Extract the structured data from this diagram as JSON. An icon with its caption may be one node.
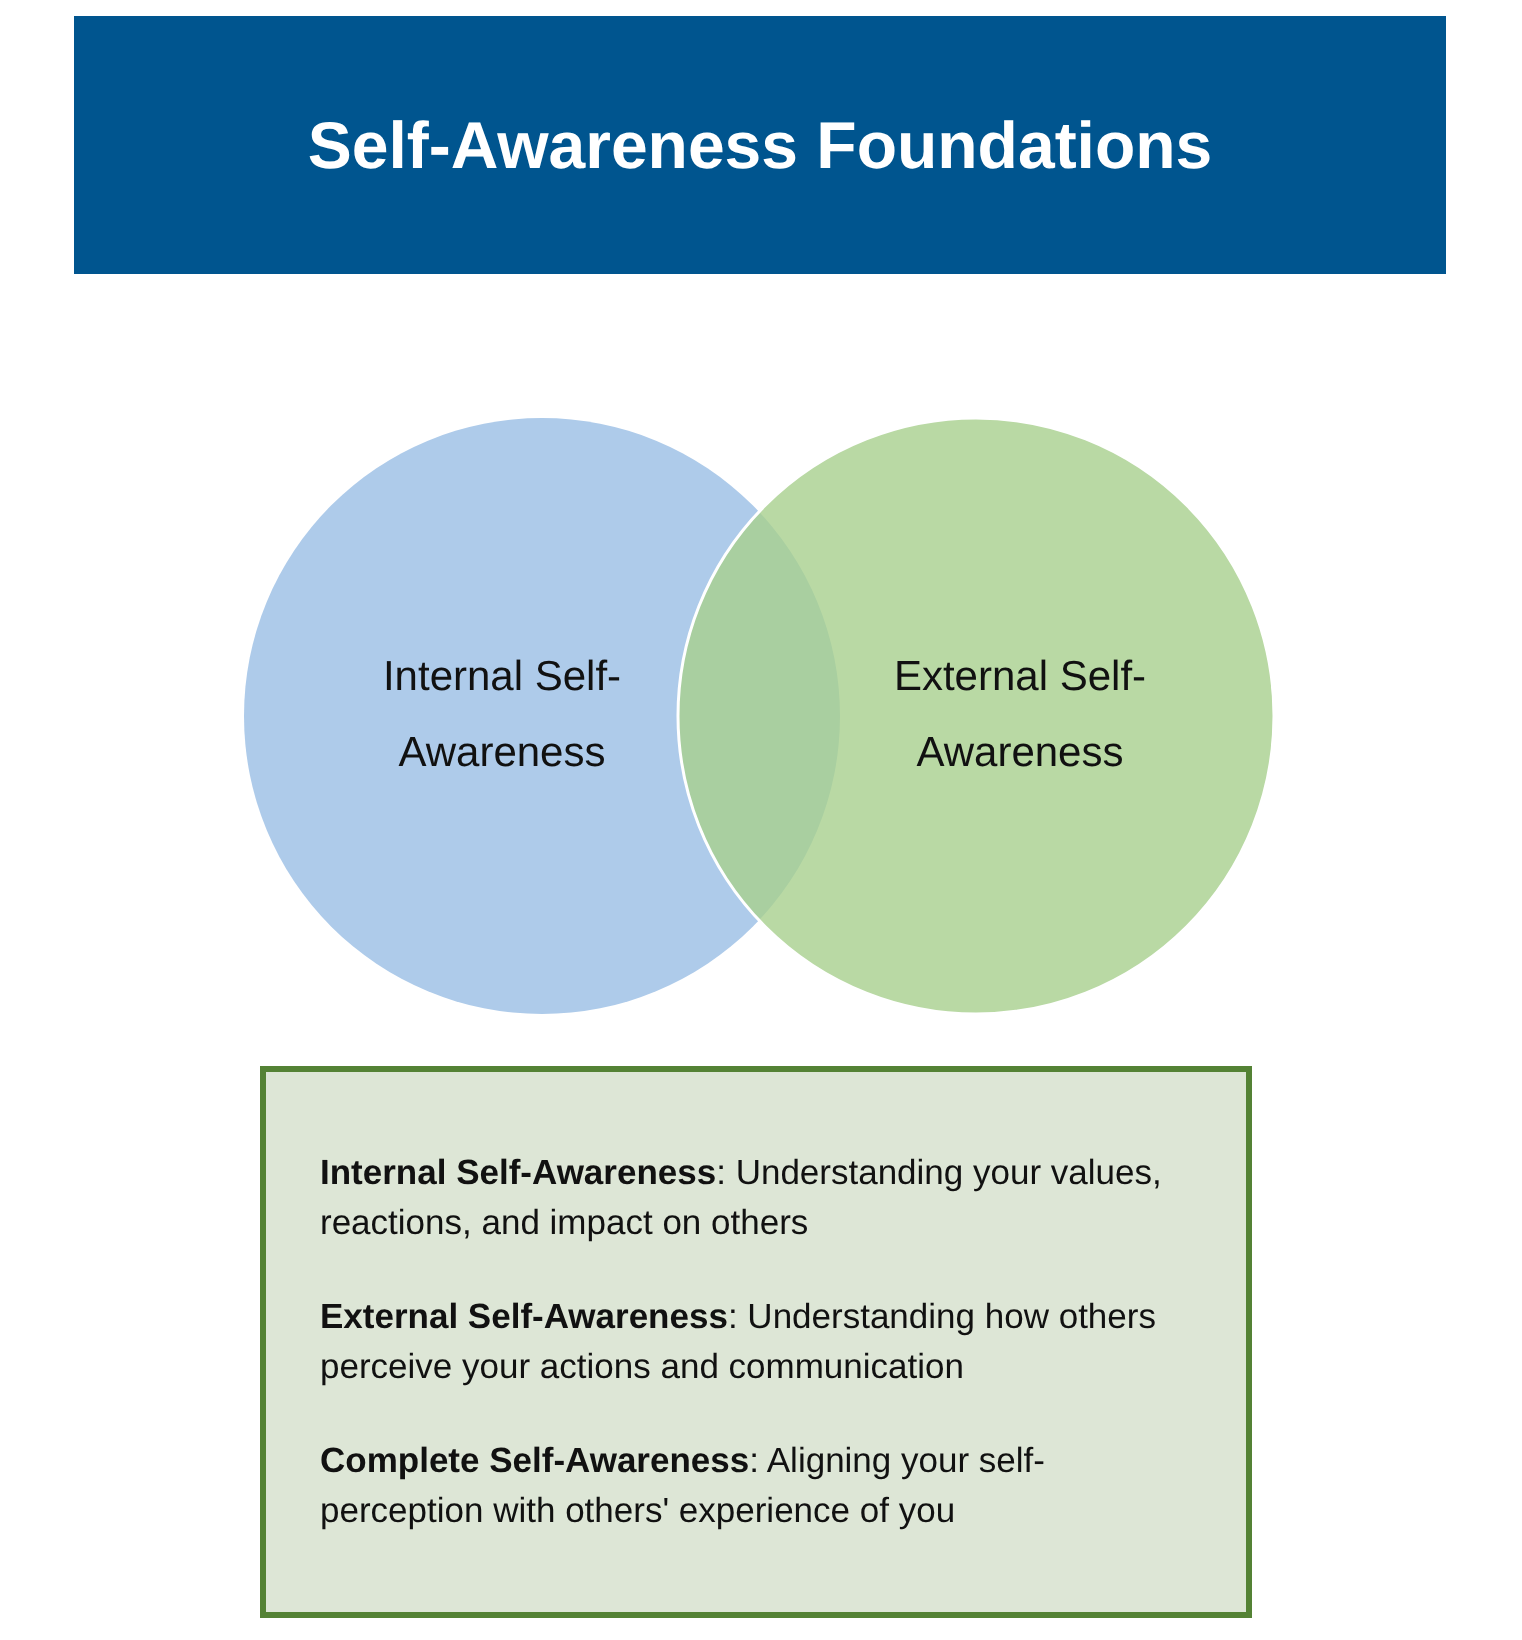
{
  "diagram": {
    "title": "Self-Awareness Foundations",
    "nodes": [
      {
        "text": [
          "Internal Self-Awareness"
        ]
      },
      {
        "text": [
          "External Self-Awareness"
        ]
      },
      {
        "text": [
          "**Internal Self-Awareness**: Understanding your values, reactions, and impact on others",
          "**External Self-Awareness**: Understanding how others perceive your actions and communication",
          "**Complete Self-Awareness**: Aligning your self-perception with others' experience of you"
        ]
      }
    ]
  }
}
